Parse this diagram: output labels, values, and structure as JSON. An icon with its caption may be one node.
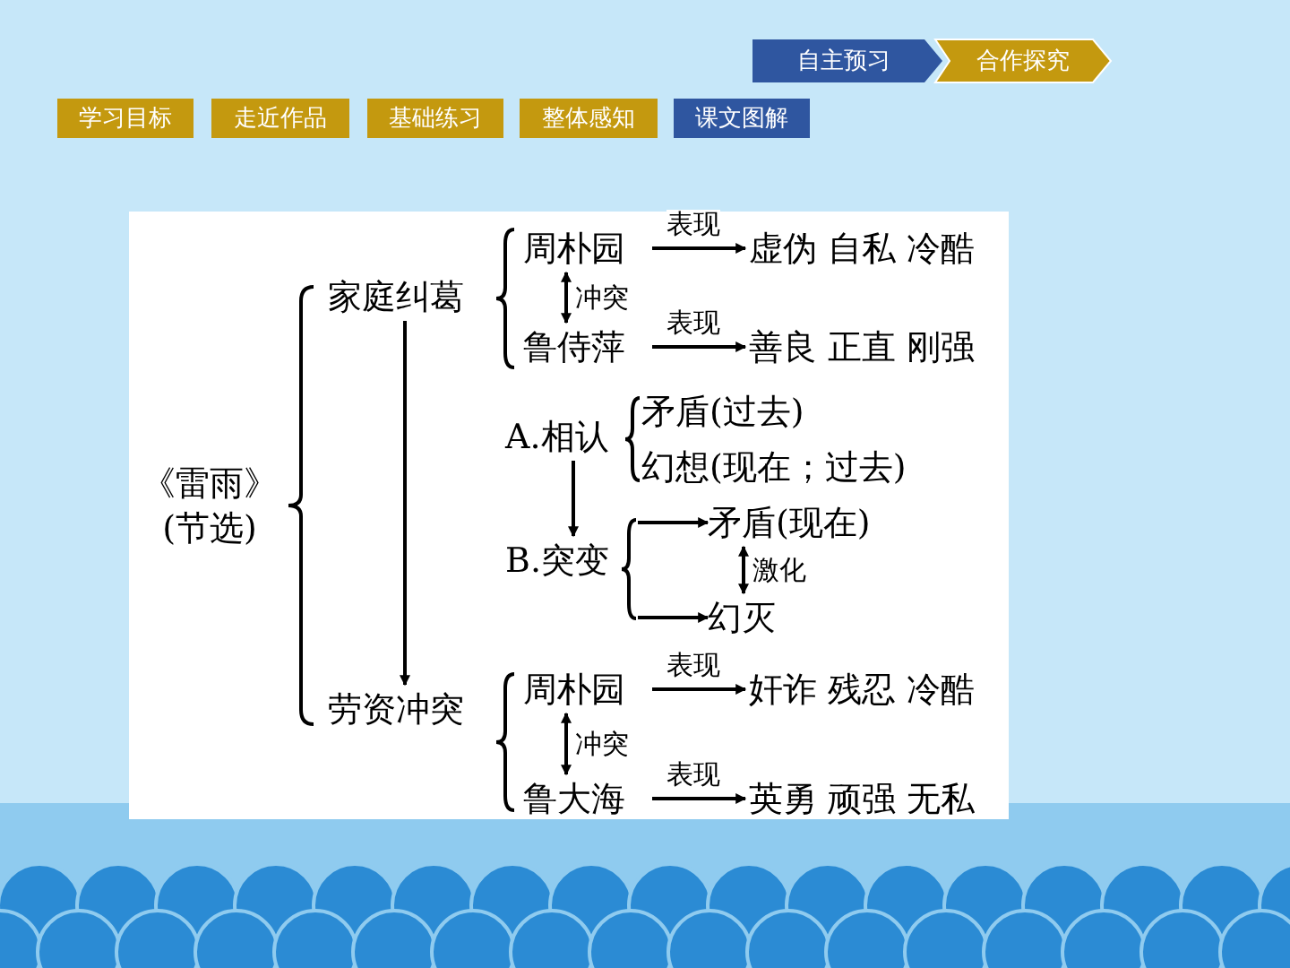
{
  "diagram": {
    "nodes": [
      {
        "text": [
          "《雷雨》(节选)"
        ]
      },
      {
        "text": [
          "家庭纠葛"
        ]
      },
      {
        "text": [
          "周朴园"
        ]
      },
      {
        "text": [
          "虚伪 自私 冷酷"
        ]
      },
      {
        "text": [
          "鲁侍萍"
        ]
      },
      {
        "text": [
          "善良 正直 刚强"
        ]
      },
      {
        "text": [
          "A.相认"
        ]
      },
      {
        "text": [
          "矛盾(过去)"
        ]
      },
      {
        "text": [
          "幻想(现在；过去)"
        ]
      },
      {
        "text": [
          "B.突变"
        ]
      },
      {
        "text": [
          "矛盾(现在)"
        ]
      },
      {
        "text": [
          "幻灭"
        ]
      },
      {
        "text": [
          "劳资冲突"
        ]
      },
      {
        "text": [
          "周朴园"
        ]
      },
      {
        "text": [
          "奸诈 残忍 冷酷"
        ]
      },
      {
        "text": [
          "鲁大海"
        ]
      },
      {
        "text": [
          "英勇 顽强 无私"
        ]
      },
      {
        "text": [
          "自主预习"
        ]
      },
      {
        "text": [
          "合作探究"
        ]
      },
      {
        "text": [
          "学习目标"
        ]
      },
      {
        "text": [
          "走近作品"
        ]
      },
      {
        "text": [
          "基础练习"
        ]
      },
      {
        "text": [
          "整体感知"
        ]
      },
      {
        "text": [
          "课文图解"
        ]
      }
    ],
    "edges": [
      {
        "from": 2,
        "to": 3,
        "arrow": "to",
        "label": "表现"
      },
      {
        "from": 2,
        "to": 4,
        "arrow": "both",
        "label": "冲突"
      },
      {
        "from": 4,
        "to": 5,
        "arrow": "to",
        "label": "表现"
      },
      {
        "from": 1,
        "to": 12,
        "arrow": "to"
      },
      {
        "from": 6,
        "to": 9,
        "arrow": "to"
      },
      {
        "from": 9,
        "to": 10,
        "arrow": "to"
      },
      {
        "from": 9,
        "to": 11,
        "arrow": "to"
      },
      {
        "from": 10,
        "to": 11,
        "arrow": "both",
        "label": "激化"
      },
      {
        "from": 13,
        "to": 14,
        "arrow": "to",
        "label": "表现"
      },
      {
        "from": 13,
        "to": 15,
        "arrow": "both",
        "label": "冲突"
      },
      {
        "from": 15,
        "to": 16,
        "arrow": "to",
        "label": "表现"
      }
    ]
  }
}
